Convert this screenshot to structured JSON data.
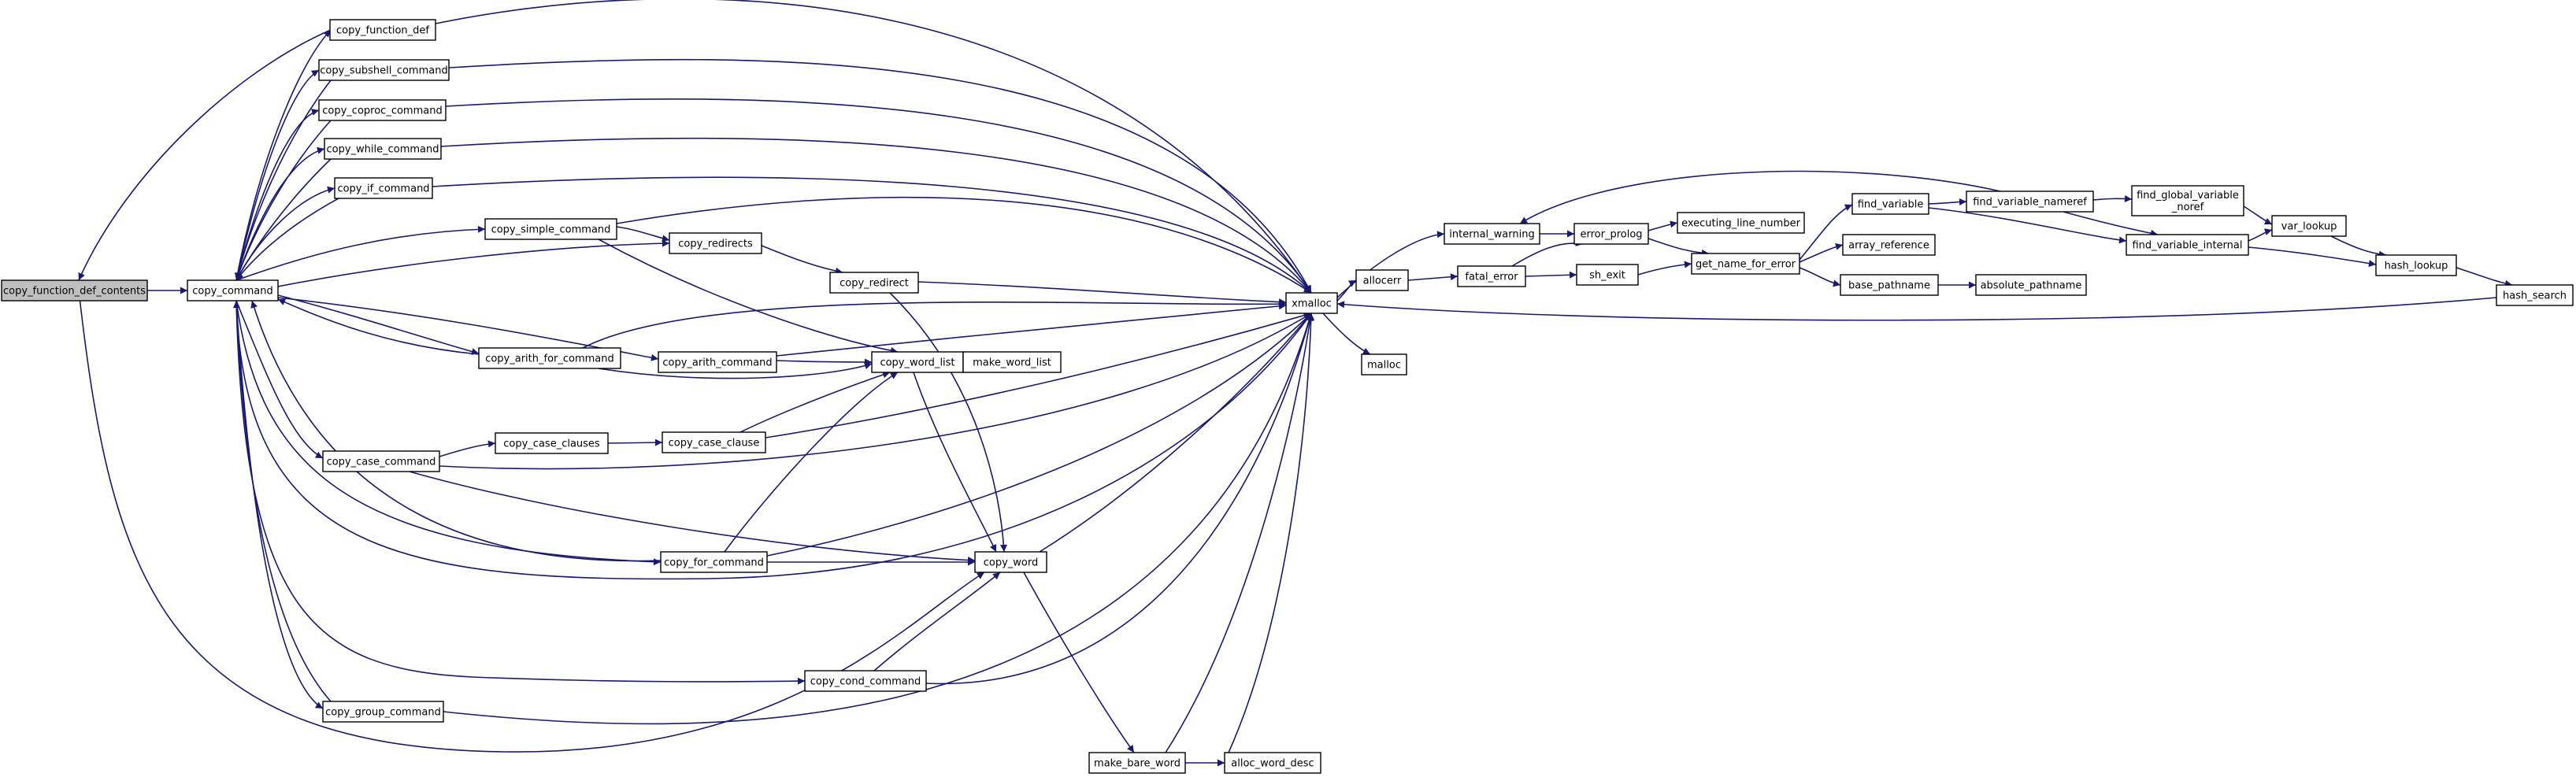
{
  "graph": {
    "nodes": [
      {
        "id": "copy_function_def_contents",
        "label": [
          "copy_function_def_contents"
        ],
        "root": true
      },
      {
        "id": "copy_command",
        "label": [
          "copy_command"
        ]
      },
      {
        "id": "copy_function_def",
        "label": [
          "copy_function_def"
        ]
      },
      {
        "id": "copy_subshell_command",
        "label": [
          "copy_subshell_command"
        ]
      },
      {
        "id": "copy_coproc_command",
        "label": [
          "copy_coproc_command"
        ]
      },
      {
        "id": "copy_while_command",
        "label": [
          "copy_while_command"
        ]
      },
      {
        "id": "copy_if_command",
        "label": [
          "copy_if_command"
        ]
      },
      {
        "id": "copy_simple_command",
        "label": [
          "copy_simple_command"
        ]
      },
      {
        "id": "copy_redirects",
        "label": [
          "copy_redirects"
        ]
      },
      {
        "id": "copy_redirect",
        "label": [
          "copy_redirect"
        ]
      },
      {
        "id": "copy_arith_for_command",
        "label": [
          "copy_arith_for_command"
        ]
      },
      {
        "id": "copy_arith_command",
        "label": [
          "copy_arith_command"
        ]
      },
      {
        "id": "copy_word_list",
        "label": [
          "copy_word_list"
        ]
      },
      {
        "id": "make_word_list",
        "label": [
          "make_word_list"
        ]
      },
      {
        "id": "copy_case_command",
        "label": [
          "copy_case_command"
        ]
      },
      {
        "id": "copy_case_clauses",
        "label": [
          "copy_case_clauses"
        ]
      },
      {
        "id": "copy_case_clause",
        "label": [
          "copy_case_clause"
        ]
      },
      {
        "id": "copy_for_command",
        "label": [
          "copy_for_command"
        ]
      },
      {
        "id": "copy_word",
        "label": [
          "copy_word"
        ]
      },
      {
        "id": "copy_cond_command",
        "label": [
          "copy_cond_command"
        ]
      },
      {
        "id": "copy_group_command",
        "label": [
          "copy_group_command"
        ]
      },
      {
        "id": "make_bare_word",
        "label": [
          "make_bare_word"
        ]
      },
      {
        "id": "alloc_word_desc",
        "label": [
          "alloc_word_desc"
        ]
      },
      {
        "id": "xmalloc",
        "label": [
          "xmalloc"
        ]
      },
      {
        "id": "internal_warning",
        "label": [
          "internal_warning"
        ]
      },
      {
        "id": "allocerr",
        "label": [
          "allocerr"
        ]
      },
      {
        "id": "malloc",
        "label": [
          "malloc"
        ]
      },
      {
        "id": "error_prolog",
        "label": [
          "error_prolog"
        ]
      },
      {
        "id": "fatal_error",
        "label": [
          "fatal_error"
        ]
      },
      {
        "id": "executing_line_number",
        "label": [
          "executing_line_number"
        ]
      },
      {
        "id": "sh_exit",
        "label": [
          "sh_exit"
        ]
      },
      {
        "id": "get_name_for_error",
        "label": [
          "get_name_for_error"
        ]
      },
      {
        "id": "find_variable",
        "label": [
          "find_variable"
        ]
      },
      {
        "id": "array_reference",
        "label": [
          "array_reference"
        ]
      },
      {
        "id": "base_pathname",
        "label": [
          "base_pathname"
        ]
      },
      {
        "id": "absolute_pathname",
        "label": [
          "absolute_pathname"
        ]
      },
      {
        "id": "find_variable_nameref",
        "label": [
          "find_variable_nameref"
        ]
      },
      {
        "id": "find_global_variable_noref",
        "label": [
          "find_global_variable",
          "_noref"
        ]
      },
      {
        "id": "find_variable_internal",
        "label": [
          "find_variable_internal"
        ]
      },
      {
        "id": "var_lookup",
        "label": [
          "var_lookup"
        ]
      },
      {
        "id": "hash_lookup",
        "label": [
          "hash_lookup"
        ]
      },
      {
        "id": "hash_search",
        "label": [
          "hash_search"
        ]
      }
    ],
    "edges": [
      [
        "copy_function_def_contents",
        "copy_command"
      ],
      [
        "copy_function_def_contents",
        "copy_word"
      ],
      [
        "copy_function_def",
        "copy_function_def_contents"
      ],
      [
        "copy_function_def",
        "xmalloc"
      ],
      [
        "copy_command",
        "copy_function_def"
      ],
      [
        "copy_command",
        "copy_subshell_command"
      ],
      [
        "copy_command",
        "copy_coproc_command"
      ],
      [
        "copy_command",
        "copy_while_command"
      ],
      [
        "copy_command",
        "copy_if_command"
      ],
      [
        "copy_command",
        "copy_simple_command"
      ],
      [
        "copy_command",
        "copy_redirects"
      ],
      [
        "copy_command",
        "copy_arith_for_command"
      ],
      [
        "copy_command",
        "copy_arith_command"
      ],
      [
        "copy_command",
        "copy_case_command"
      ],
      [
        "copy_command",
        "copy_for_command"
      ],
      [
        "copy_command",
        "copy_cond_command"
      ],
      [
        "copy_command",
        "copy_group_command"
      ],
      [
        "copy_command",
        "xmalloc"
      ],
      [
        "copy_subshell_command",
        "copy_command"
      ],
      [
        "copy_subshell_command",
        "xmalloc"
      ],
      [
        "copy_coproc_command",
        "copy_command"
      ],
      [
        "copy_coproc_command",
        "xmalloc"
      ],
      [
        "copy_while_command",
        "copy_command"
      ],
      [
        "copy_while_command",
        "xmalloc"
      ],
      [
        "copy_if_command",
        "copy_command"
      ],
      [
        "copy_if_command",
        "xmalloc"
      ],
      [
        "copy_simple_command",
        "copy_redirects"
      ],
      [
        "copy_simple_command",
        "copy_word_list"
      ],
      [
        "copy_simple_command",
        "xmalloc"
      ],
      [
        "copy_redirects",
        "copy_redirect"
      ],
      [
        "copy_redirect",
        "xmalloc"
      ],
      [
        "copy_redirect",
        "copy_word"
      ],
      [
        "copy_arith_for_command",
        "copy_command"
      ],
      [
        "copy_arith_for_command",
        "copy_word_list"
      ],
      [
        "copy_arith_for_command",
        "xmalloc"
      ],
      [
        "copy_arith_command",
        "copy_word_list"
      ],
      [
        "copy_arith_command",
        "xmalloc"
      ],
      [
        "copy_word_list",
        "make_word_list"
      ],
      [
        "copy_word_list",
        "copy_word"
      ],
      [
        "copy_case_command",
        "copy_case_clauses"
      ],
      [
        "copy_case_command",
        "copy_word"
      ],
      [
        "copy_case_command",
        "xmalloc"
      ],
      [
        "copy_case_clauses",
        "copy_case_clause"
      ],
      [
        "copy_case_clause",
        "copy_word_list"
      ],
      [
        "copy_case_clause",
        "xmalloc"
      ],
      [
        "copy_for_command",
        "copy_command"
      ],
      [
        "copy_for_command",
        "copy_word_list"
      ],
      [
        "copy_for_command",
        "copy_word"
      ],
      [
        "copy_for_command",
        "xmalloc"
      ],
      [
        "copy_cond_command",
        "copy_word"
      ],
      [
        "copy_cond_command",
        "xmalloc"
      ],
      [
        "copy_group_command",
        "copy_command"
      ],
      [
        "copy_group_command",
        "xmalloc"
      ],
      [
        "copy_word",
        "xmalloc"
      ],
      [
        "copy_word",
        "make_bare_word"
      ],
      [
        "make_bare_word",
        "alloc_word_desc"
      ],
      [
        "make_bare_word",
        "xmalloc"
      ],
      [
        "alloc_word_desc",
        "xmalloc"
      ],
      [
        "xmalloc",
        "internal_warning"
      ],
      [
        "xmalloc",
        "allocerr"
      ],
      [
        "xmalloc",
        "malloc"
      ],
      [
        "internal_warning",
        "error_prolog"
      ],
      [
        "allocerr",
        "fatal_error"
      ],
      [
        "fatal_error",
        "error_prolog"
      ],
      [
        "fatal_error",
        "sh_exit"
      ],
      [
        "error_prolog",
        "executing_line_number"
      ],
      [
        "error_prolog",
        "get_name_for_error"
      ],
      [
        "sh_exit",
        "get_name_for_error"
      ],
      [
        "get_name_for_error",
        "find_variable"
      ],
      [
        "get_name_for_error",
        "array_reference"
      ],
      [
        "get_name_for_error",
        "base_pathname"
      ],
      [
        "base_pathname",
        "absolute_pathname"
      ],
      [
        "find_variable",
        "find_variable_nameref"
      ],
      [
        "find_variable",
        "find_variable_internal"
      ],
      [
        "find_variable_nameref",
        "find_global_variable_noref"
      ],
      [
        "find_variable_nameref",
        "find_variable_internal"
      ],
      [
        "find_variable_nameref",
        "internal_warning"
      ],
      [
        "find_global_variable_noref",
        "var_lookup"
      ],
      [
        "find_variable_internal",
        "var_lookup"
      ],
      [
        "find_variable_internal",
        "hash_lookup"
      ],
      [
        "var_lookup",
        "hash_lookup"
      ],
      [
        "hash_lookup",
        "hash_search"
      ],
      [
        "hash_search",
        "xmalloc"
      ]
    ]
  },
  "colors": {
    "edge": "#191970",
    "node_fill": "#ffffff",
    "root_fill": "#bfbfbf",
    "node_stroke": "#000000"
  }
}
